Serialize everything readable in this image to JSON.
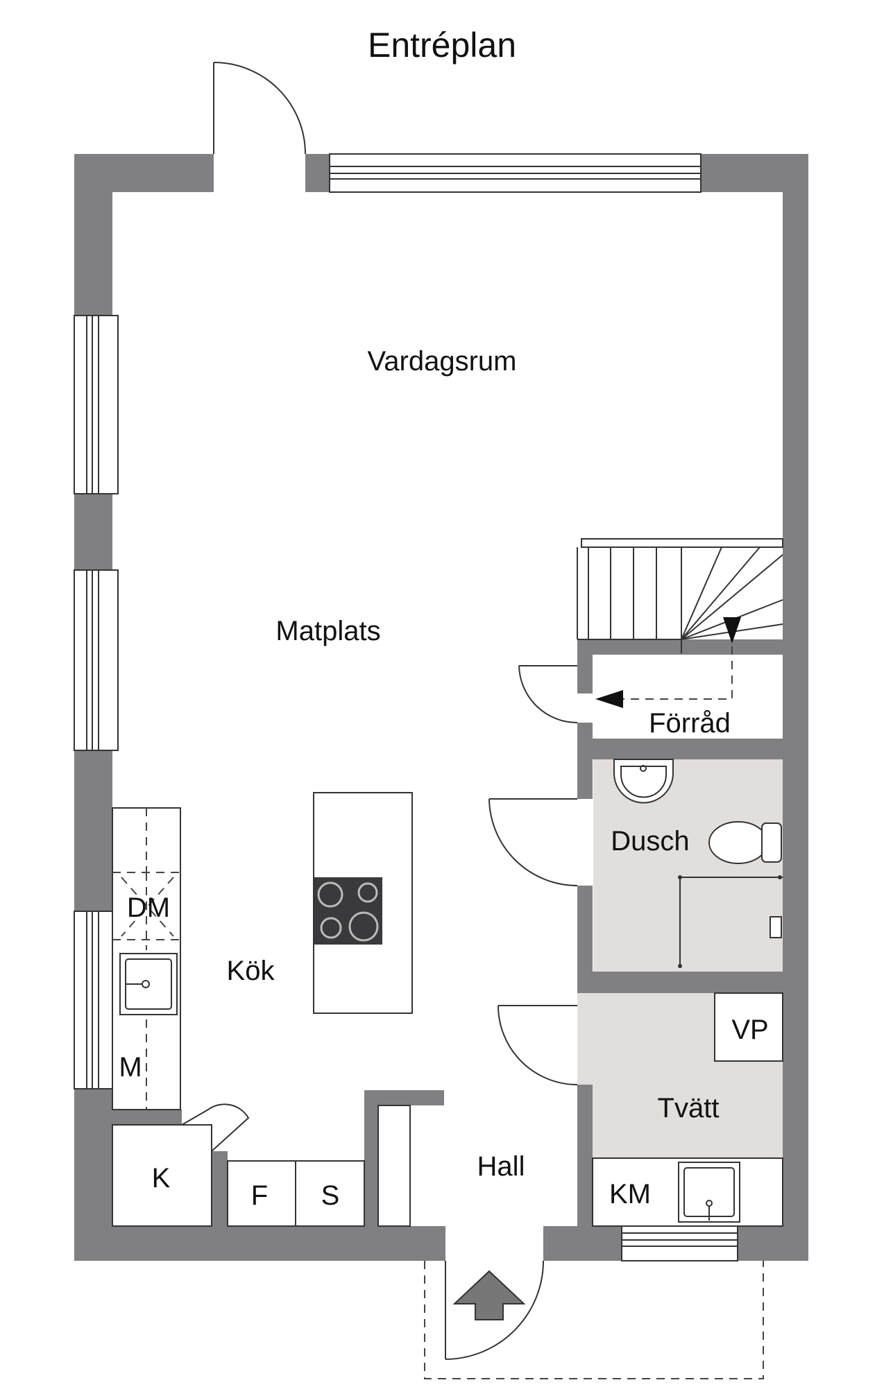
{
  "title": "Entréplan",
  "rooms": {
    "vardagsrum": "Vardagsrum",
    "matplats": "Matplats",
    "kok": "Kök",
    "forrad": "Förråd",
    "dusch": "Dusch",
    "tvatt": "Tvätt",
    "hall": "Hall"
  },
  "fixtures": {
    "dm": "DM",
    "m": "M",
    "k": "K",
    "f": "F",
    "s": "S",
    "vp": "VP",
    "km": "KM"
  },
  "colors": {
    "wall": "#808083",
    "wet_room": "#e2dedb",
    "stove": "#3a3a3c"
  }
}
